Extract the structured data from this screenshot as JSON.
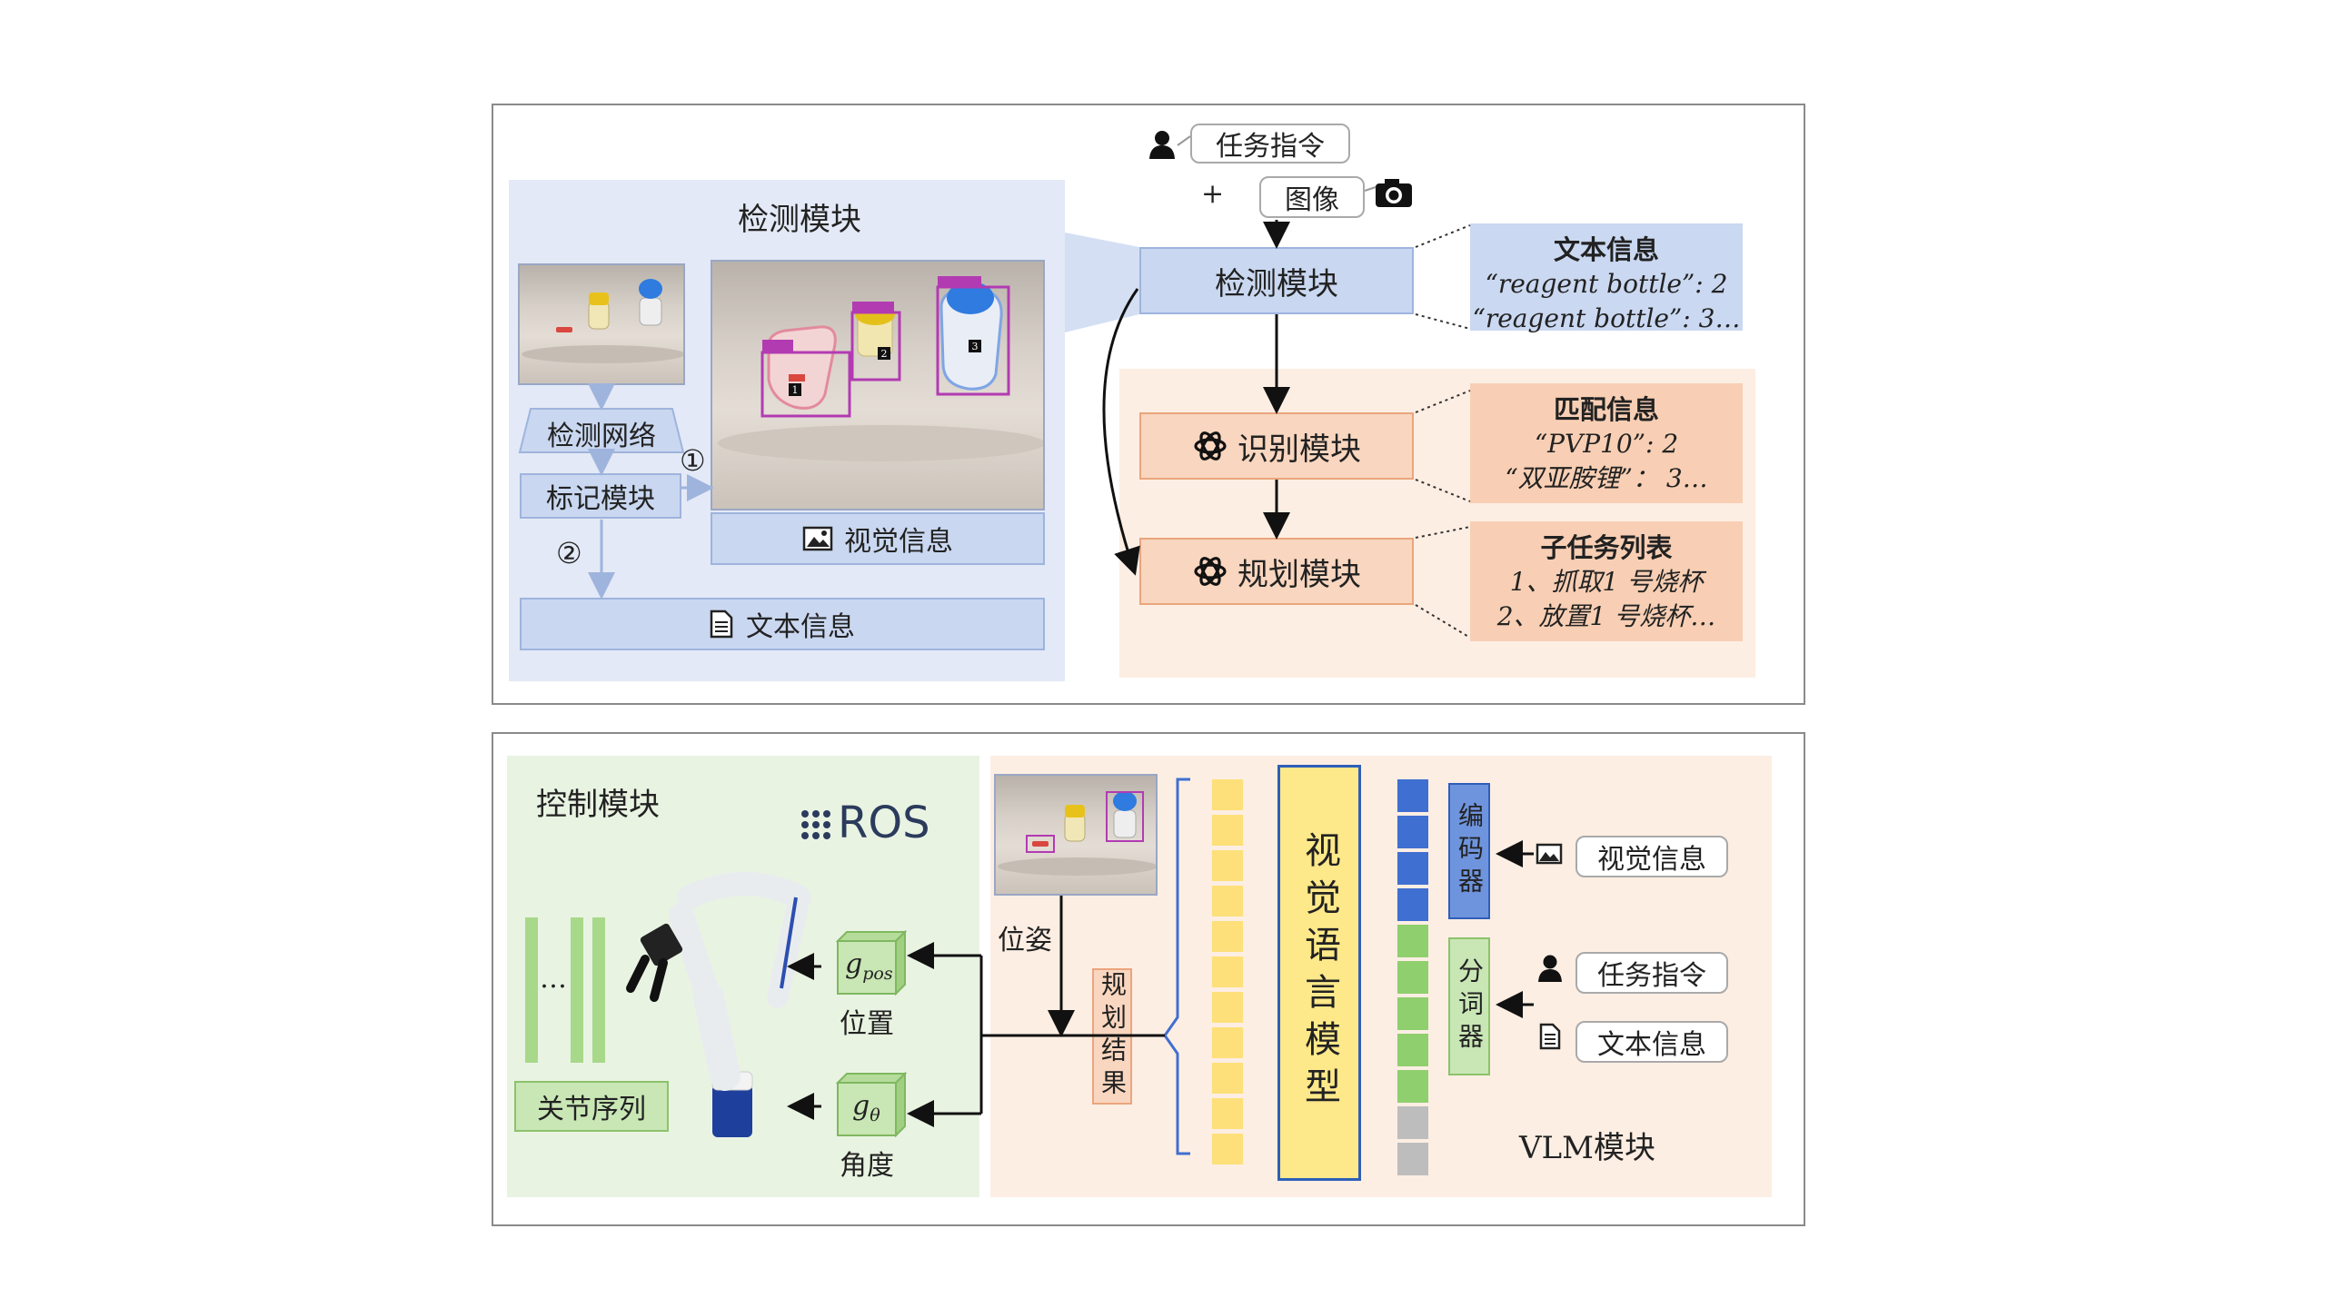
{
  "top": {
    "detect_panel_title": "检测模块",
    "detect_network": "检测网络",
    "mark_module": "标记模块",
    "circle1": "①",
    "circle2": "②",
    "visual_info": "视觉信息",
    "text_info": "文本信息",
    "task_instruction": "任务指令",
    "plus": "+",
    "image": "图像",
    "detect_module": "检测模块",
    "recognize_module": "识别模块",
    "plan_module": "规划模块",
    "text_info_box": {
      "title": "文本信息",
      "line1": "“reagent bottle”: 2",
      "line2": "“reagent bottle”: 3…"
    },
    "match_info_box": {
      "title": "匹配信息",
      "line1": "“PVP10”: 2",
      "line2": "“双亚胺锂”： 3…"
    },
    "subtask_box": {
      "title": "子任务列表",
      "line1": "1、抓取1 号烧杯",
      "line2": "2、放置1 号烧杯…"
    },
    "photo_tags": [
      "1",
      "2",
      "3"
    ]
  },
  "bottom": {
    "control_title": "控制模块",
    "ros_label": "ROS",
    "dots": "…",
    "joint_sequence": "关节序列",
    "gpos_main": "g",
    "gpos_sub": "pos",
    "position": "位置",
    "gtheta_main": "g",
    "gtheta_sub": "θ",
    "angle": "角度",
    "pose": "位姿",
    "plan_result": "规划结果",
    "vlm_main": "视觉语言模型",
    "encoder": "编码器",
    "tokenizer": "分词器",
    "visual_info": "视觉信息",
    "task_instruction": "任务指令",
    "text_info": "文本信息",
    "vlm_module": "VLM模块"
  },
  "colors": {
    "blue_panel": "#e3e9f6",
    "peach_panel": "#fdeee3",
    "green_panel": "#e9f3e2",
    "token_yellow": "#fde07a",
    "token_blue": "#3f6fd1",
    "token_green": "#8fcf6e",
    "token_gray": "#bdbdbd"
  },
  "icons": [
    "user-icon",
    "camera-icon",
    "image-icon",
    "document-icon",
    "openai-logo-icon",
    "ros-logo-icon",
    "robot-arm-icon"
  ]
}
